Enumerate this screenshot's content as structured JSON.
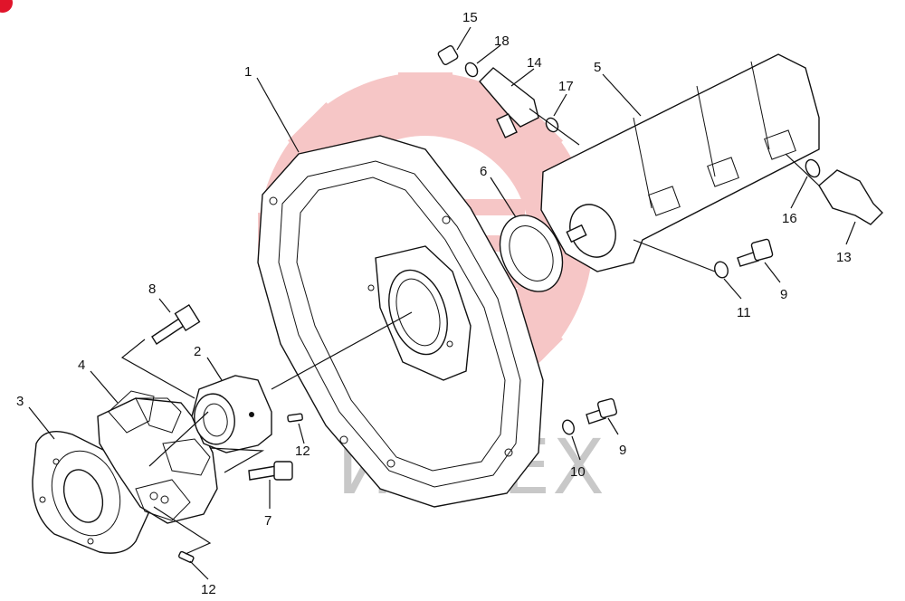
{
  "watermark": {
    "text": "ИНТЕХ",
    "gear_color": "#f3b4b4",
    "text_color": "#c8c8c8"
  },
  "badge": {
    "color": "#e0142a"
  },
  "callouts": [
    {
      "id": "c1",
      "label": "1"
    },
    {
      "id": "c2",
      "label": "2"
    },
    {
      "id": "c3",
      "label": "3"
    },
    {
      "id": "c4",
      "label": "4"
    },
    {
      "id": "c5",
      "label": "5"
    },
    {
      "id": "c6",
      "label": "6"
    },
    {
      "id": "c7",
      "label": "7"
    },
    {
      "id": "c8",
      "label": "8"
    },
    {
      "id": "c9a",
      "label": "9"
    },
    {
      "id": "c9b",
      "label": "9"
    },
    {
      "id": "c10",
      "label": "10"
    },
    {
      "id": "c11",
      "label": "11"
    },
    {
      "id": "c12a",
      "label": "12"
    },
    {
      "id": "c12b",
      "label": "12"
    },
    {
      "id": "c13",
      "label": "13"
    },
    {
      "id": "c14",
      "label": "14"
    },
    {
      "id": "c15",
      "label": "15"
    },
    {
      "id": "c16",
      "label": "16"
    },
    {
      "id": "c17",
      "label": "17"
    },
    {
      "id": "c18",
      "label": "18"
    }
  ]
}
